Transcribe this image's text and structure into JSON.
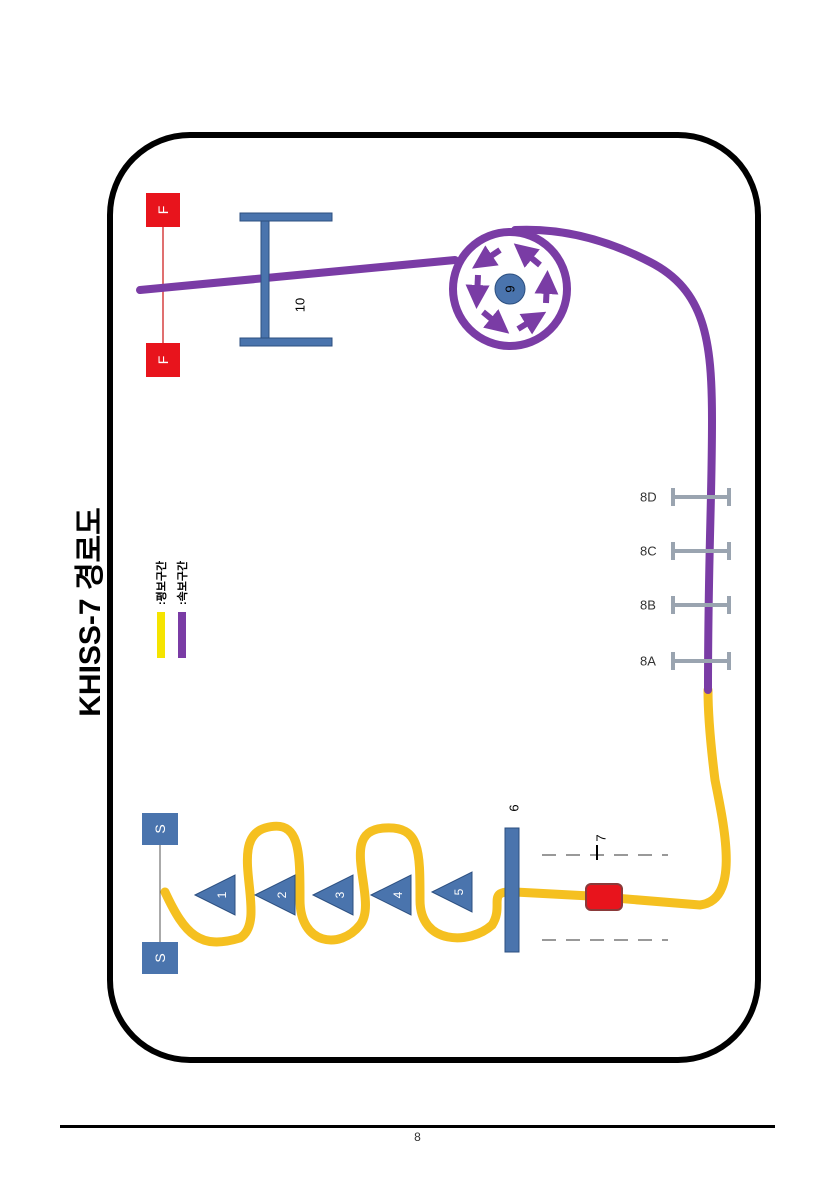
{
  "title": "KHISS-7 경로도",
  "legend": {
    "items": [
      {
        "color": "#f5e400",
        "label": ":평보구간"
      },
      {
        "color": "#7a3ca5",
        "label": ":속보구간"
      }
    ]
  },
  "markers": {
    "start": "S",
    "finish": "F",
    "cones": [
      "1",
      "2",
      "3",
      "4",
      "5"
    ],
    "gate": "6",
    "box": "7",
    "rails": [
      "8A",
      "8B",
      "8C",
      "8D"
    ],
    "circle": "9",
    "bridge": "10"
  },
  "colors": {
    "walk": "#f5c020",
    "trot": "#7a3ca5",
    "blue": "#4a74ad",
    "red": "#e8141c"
  },
  "footer": {
    "page": "8"
  }
}
